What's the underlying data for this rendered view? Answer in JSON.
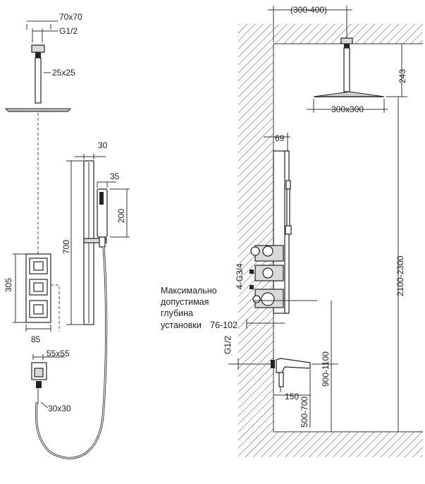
{
  "left_view": {
    "dim_top_size": "70x70",
    "dim_thread": "G1/2",
    "dim_arm": "25x25",
    "dim_bar_width": "30",
    "dim_handshower_width": "35",
    "dim_handshower_length": "200",
    "dim_bar_height": "700",
    "dim_panel_height": "305",
    "dim_panel_width": "85",
    "dim_outlet_plate": "55x55",
    "dim_outlet_size": "30x30"
  },
  "right_view": {
    "dim_wall_offset": "(300-400)",
    "dim_ceiling_drop": "243",
    "dim_head_size": "300x300",
    "dim_mixer_depth": "69",
    "dim_total_height": "2100-2300",
    "dim_connection_thread": "4-G3/4",
    "install_depth_label": [
      "Максимально",
      "допустимая",
      "глубина",
      "установки"
    ],
    "install_depth_value": "76-102",
    "dim_spout_thread": "G1/2",
    "dim_spout_height": "900-1100",
    "dim_spout_reach": "150",
    "dim_spout_floor": "500-700"
  }
}
